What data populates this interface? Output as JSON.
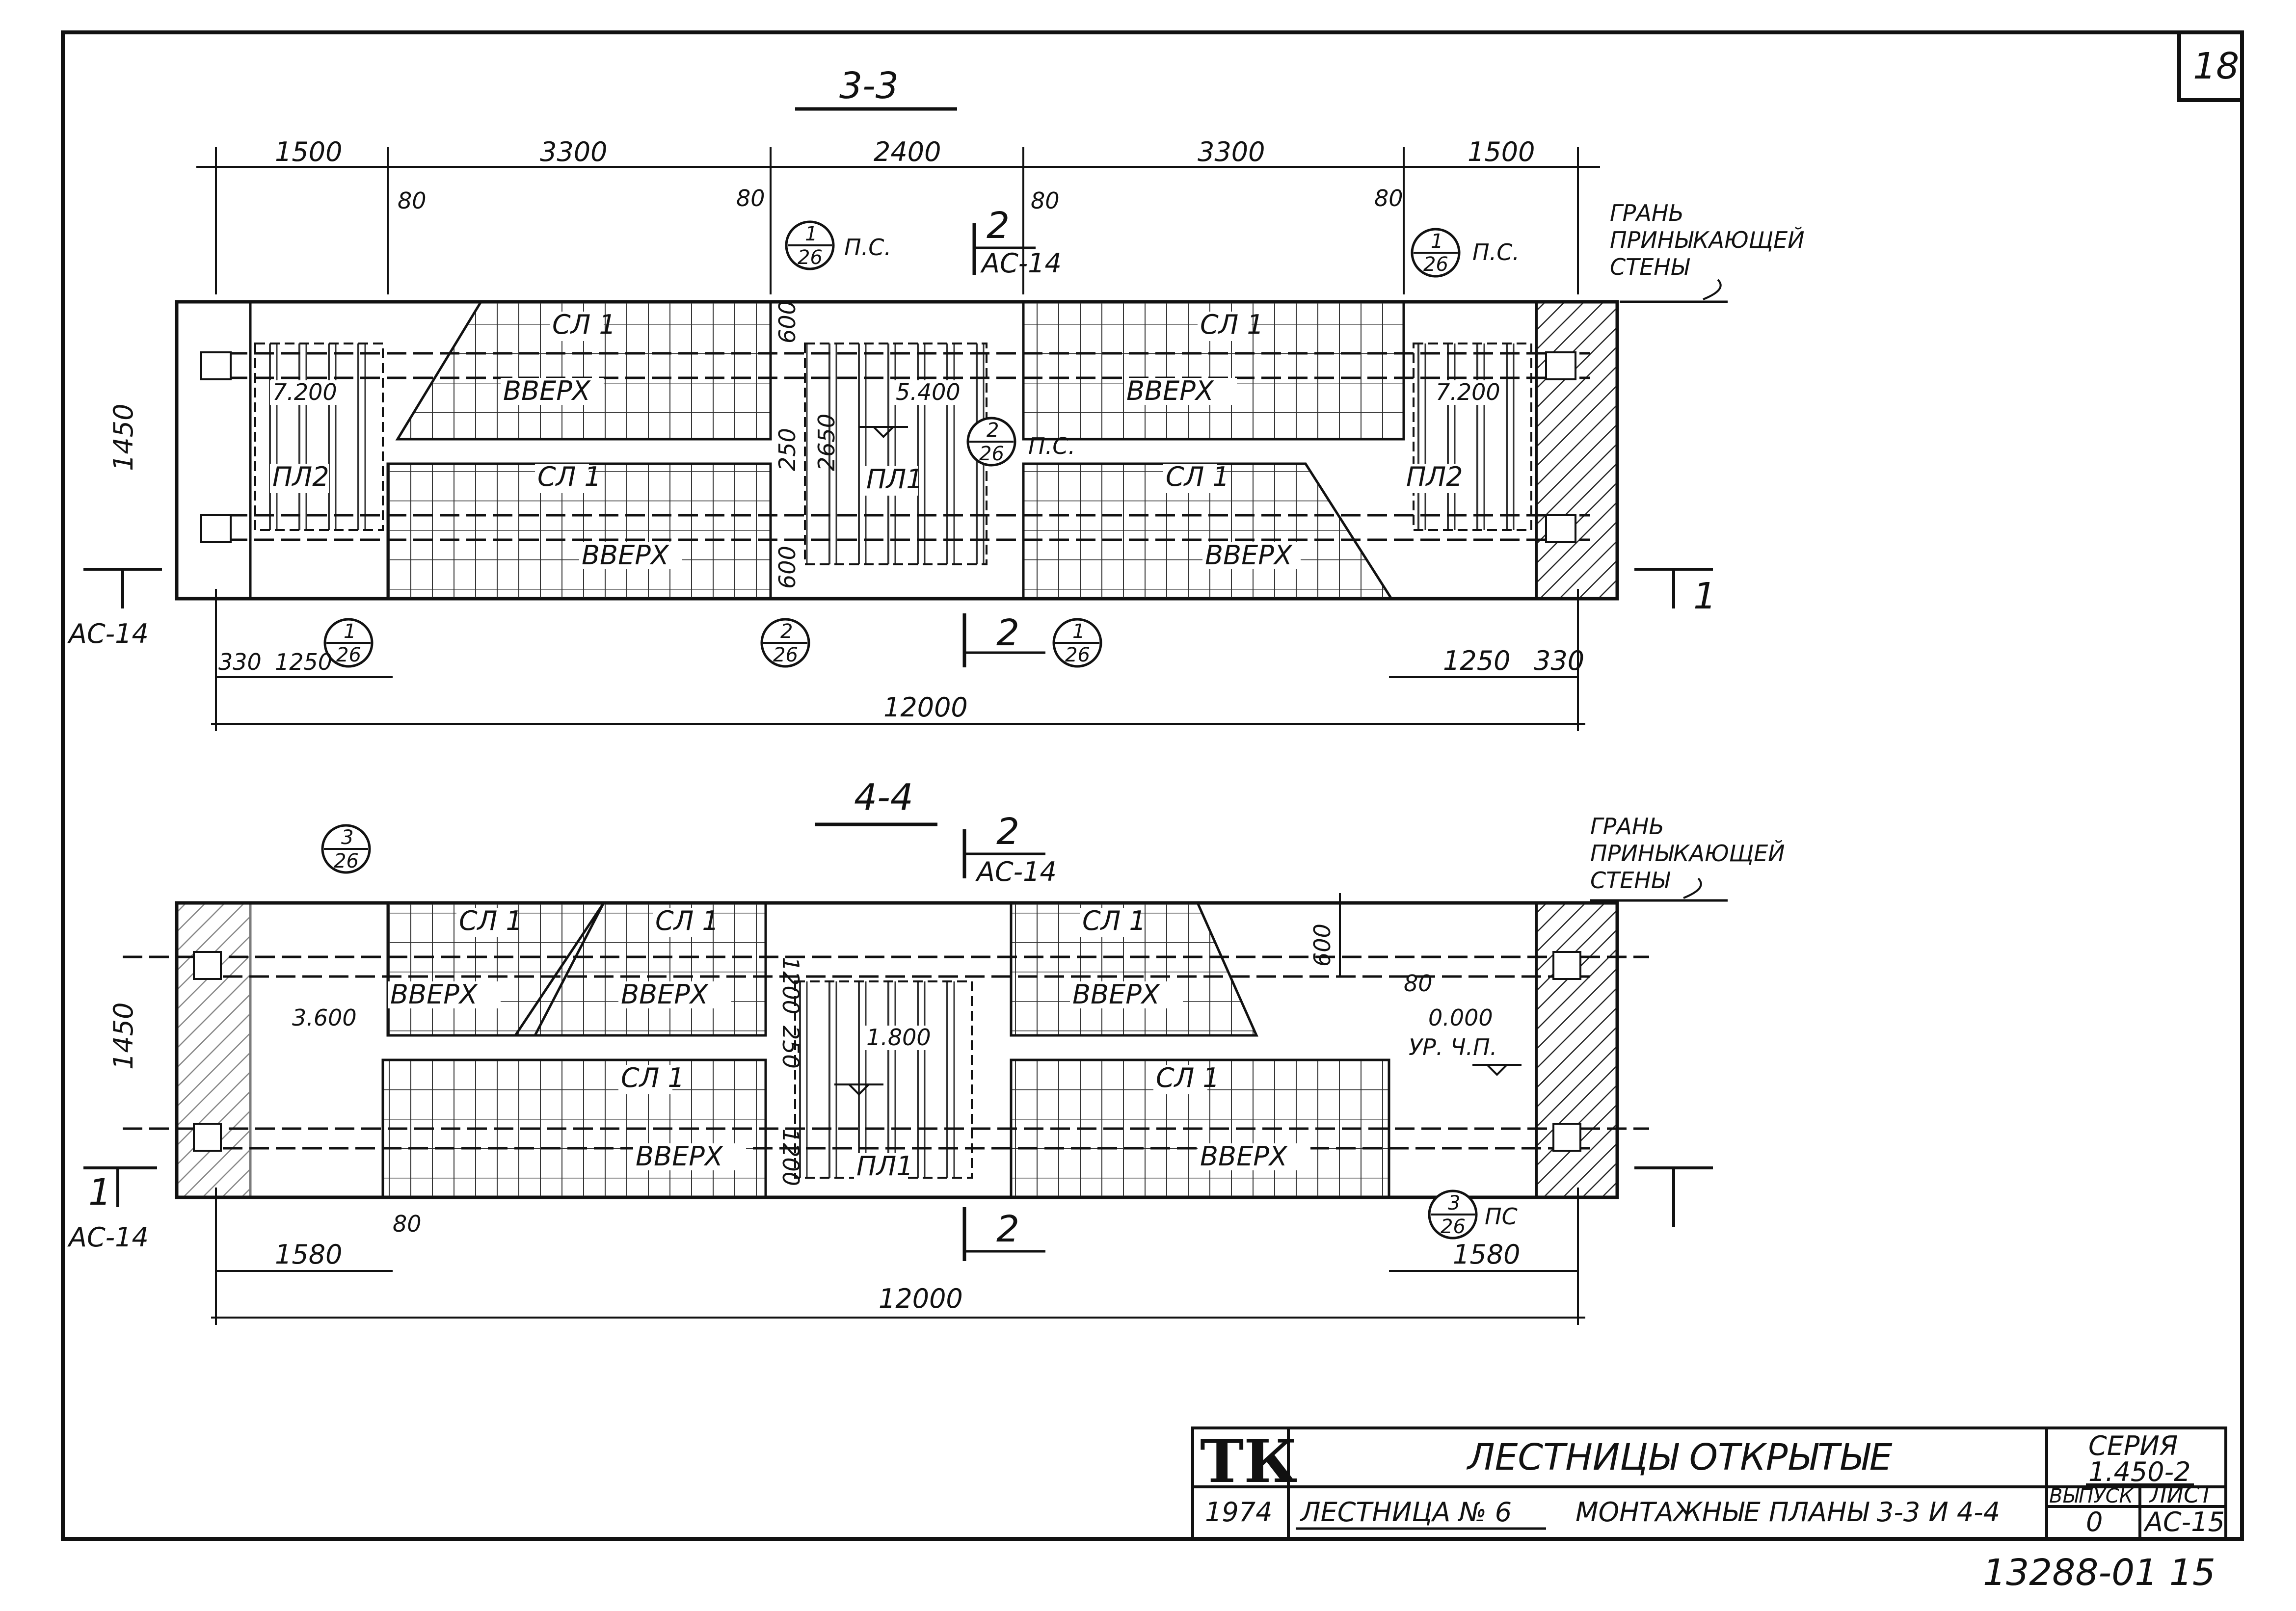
{
  "sheet": {
    "number": "18",
    "doc_code": "13288-01 15"
  },
  "section_33": {
    "title": "3-3",
    "dims_top": [
      "1500",
      "3300",
      "2400",
      "3300",
      "1500"
    ],
    "gap_80": "80",
    "height_1450": "1450",
    "total": "12000",
    "dim_330": "330",
    "dim_1250": "1250",
    "dim_600": "600",
    "dim_250": "250",
    "dim_2650": "2650",
    "callout_1_26": {
      "top": "1",
      "bottom": "26"
    },
    "callout_2_26": {
      "top": "2",
      "bottom": "26"
    },
    "ps": "П.С.",
    "cut_2": "2",
    "cut_1": "1",
    "ref_ac14": "АС-14",
    "wall_note": [
      "ГРАНЬ",
      "ПРИНЫКАЮЩЕЙ",
      "СТЕНЫ"
    ],
    "labels": {
      "sl1": "СЛ 1",
      "up": "ВВЕРХ",
      "pl1": "ПЛ1",
      "pl2": "ПЛ2",
      "lvl_7200": "7.200",
      "lvl_5400": "5.400"
    }
  },
  "section_44": {
    "title": "4-4",
    "height_1450": "1450",
    "total": "12000",
    "dim_1580": "1580",
    "gap_80": "80",
    "dim_1200": "1200",
    "dim_600": "600",
    "dim_250": "250",
    "callout_3_26": {
      "top": "3",
      "bottom": "26"
    },
    "ps": "ПС",
    "cut_2": "2",
    "cut_1": "1",
    "ref_ac14": "АС-14",
    "wall_note": [
      "ГРАНЬ",
      "ПРИНЫКАЮЩЕЙ",
      "СТЕНЫ"
    ],
    "labels": {
      "sl1": "СЛ 1",
      "up": "ВВЕРХ",
      "pl1": "ПЛ1",
      "lvl_3600": "3.600",
      "lvl_1800": "1.800",
      "lvl_0000": "0.000",
      "floor": "УР. Ч.П."
    }
  },
  "title_block": {
    "logo": "ТК",
    "year": "1974",
    "title": "ЛЕСТНИЦЫ ОТКРЫТЫЕ",
    "subtitle_a": "ЛЕСТНИЦА № 6",
    "subtitle_b": "МОНТАЖНЫЕ ПЛАНЫ 3-3 И 4-4",
    "series_label": "СЕРИЯ",
    "series_value": "1.450-2",
    "issue_label": "ВЫПУСК",
    "issue_value": "0",
    "sheet_label": "ЛИСТ",
    "sheet_value": "АС-15"
  }
}
